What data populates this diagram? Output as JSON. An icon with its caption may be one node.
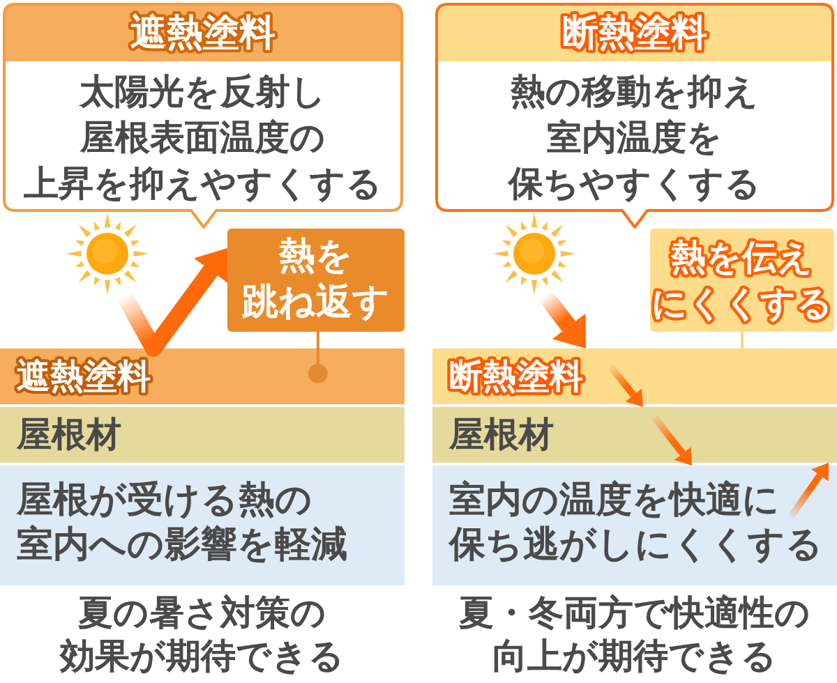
{
  "diagram": {
    "nodes": [
      {
        "text": [
          "遮熱塗料",
          "太陽光を反射し屋根表面温度の上昇を抑えやすくする"
        ]
      },
      {
        "text": [],
        "shape": "picture"
      },
      {
        "text": [
          "熱を跳ね返す"
        ]
      },
      {
        "text": [
          "遮熱塗料"
        ]
      },
      {
        "text": [
          "屋根材"
        ]
      },
      {
        "text": [
          "屋根が受ける熱の室内への影響を軽減"
        ]
      },
      {
        "text": [
          "断熱塗料",
          "熱の移動を抑え室内温度を保ちやすくする"
        ]
      },
      {
        "text": [],
        "shape": "picture"
      },
      {
        "text": [
          "熱を伝えにくくする"
        ]
      },
      {
        "text": [
          "断熱塗料"
        ]
      },
      {
        "text": [
          "屋根材"
        ]
      },
      {
        "text": [
          "室内の温度を快適に保ち逃がしにくくする"
        ]
      }
    ],
    "edges": [
      {
        "from": 1,
        "to": 3,
        "arrow": "none",
        "style": "thick"
      },
      {
        "from": 3,
        "to": 2,
        "arrow": "to",
        "style": "thick"
      },
      {
        "from": 2,
        "to": 3,
        "arrow": "other",
        "color": "#e5892e"
      },
      {
        "from": 7,
        "to": 9,
        "arrow": "to",
        "style": "thick"
      },
      {
        "from": 8,
        "to": 9,
        "arrow": "none",
        "color": "#f3d68c"
      },
      {
        "from": 9,
        "to": 10,
        "arrow": "to"
      },
      {
        "from": 10,
        "to": 11,
        "arrow": "to"
      },
      {
        "from": 11,
        "to": 10,
        "arrow": "to"
      }
    ],
    "labels": [
      "夏の暑さ対策の効果が期待できる",
      "夏・冬両方で快適性の向上が期待できる"
    ]
  }
}
